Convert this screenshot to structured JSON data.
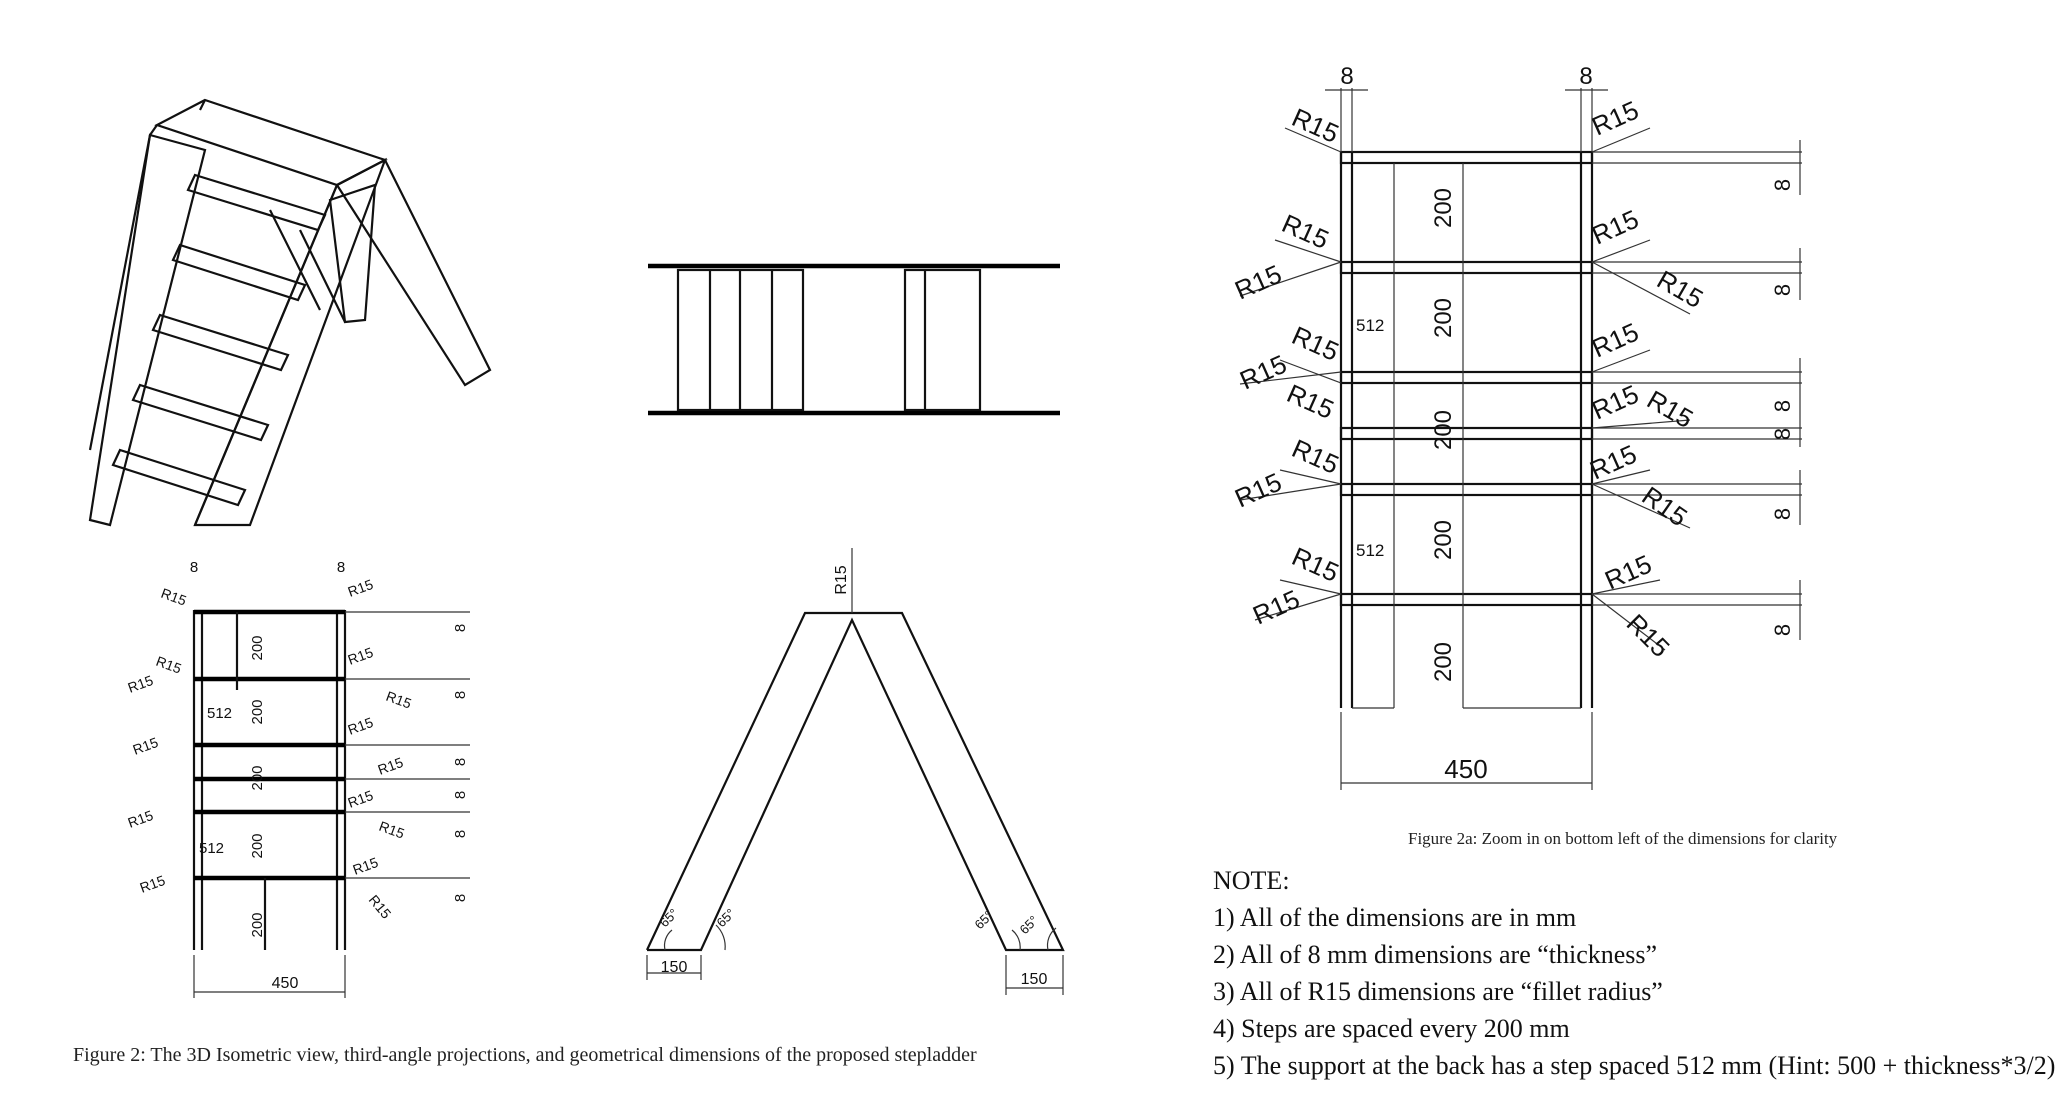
{
  "captions": {
    "figure2": "Figure 2: The 3D Isometric view, third-angle projections, and geometrical dimensions of the proposed stepladder",
    "figure2a": "Figure 2a: Zoom in on bottom left of the dimensions for clarity"
  },
  "notes": {
    "heading": "NOTE:",
    "items": [
      "1)  All of the dimensions are in mm",
      "2)  All of 8 mm dimensions are “thickness”",
      "3)  All of R15 dimensions are “fillet radius”",
      "4)  Steps are spaced every 200 mm",
      "5)  The support at the back has a step spaced 512 mm (Hint: 500 + thickness*3/2)"
    ]
  },
  "dimensions": {
    "thickness": "8",
    "fillet": "R15",
    "step_spacing": "200",
    "back_spacing": "512",
    "width": "450",
    "foot": "150",
    "angle": "65°"
  }
}
